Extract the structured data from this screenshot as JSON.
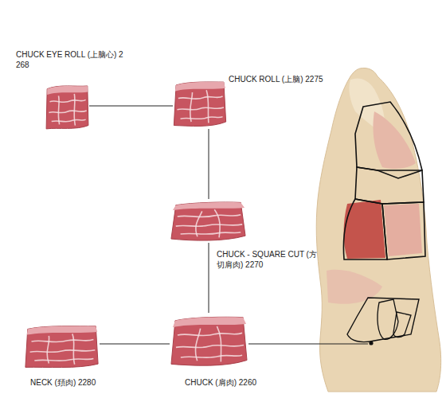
{
  "diagram": {
    "nodes": [
      {
        "text": [
          "CHUCK EYE ROLL (上脑心) 2268"
        ]
      },
      {
        "text": [
          "CHUCK ROLL (上脑) 2275"
        ]
      },
      {
        "text": [
          "CHUCK - SQUARE CUT (方切肩肉) 2270"
        ]
      },
      {
        "text": [
          "NECK (頚肉) 2280"
        ]
      },
      {
        "text": [
          "CHUCK (肩肉) 2260"
        ]
      }
    ],
    "edges": [
      {
        "from": 0,
        "to": 1,
        "arrow": "none"
      },
      {
        "from": 1,
        "to": 2,
        "arrow": "none"
      },
      {
        "from": 2,
        "to": 4,
        "arrow": "none"
      },
      {
        "from": 3,
        "to": 4,
        "arrow": "none"
      }
    ]
  }
}
